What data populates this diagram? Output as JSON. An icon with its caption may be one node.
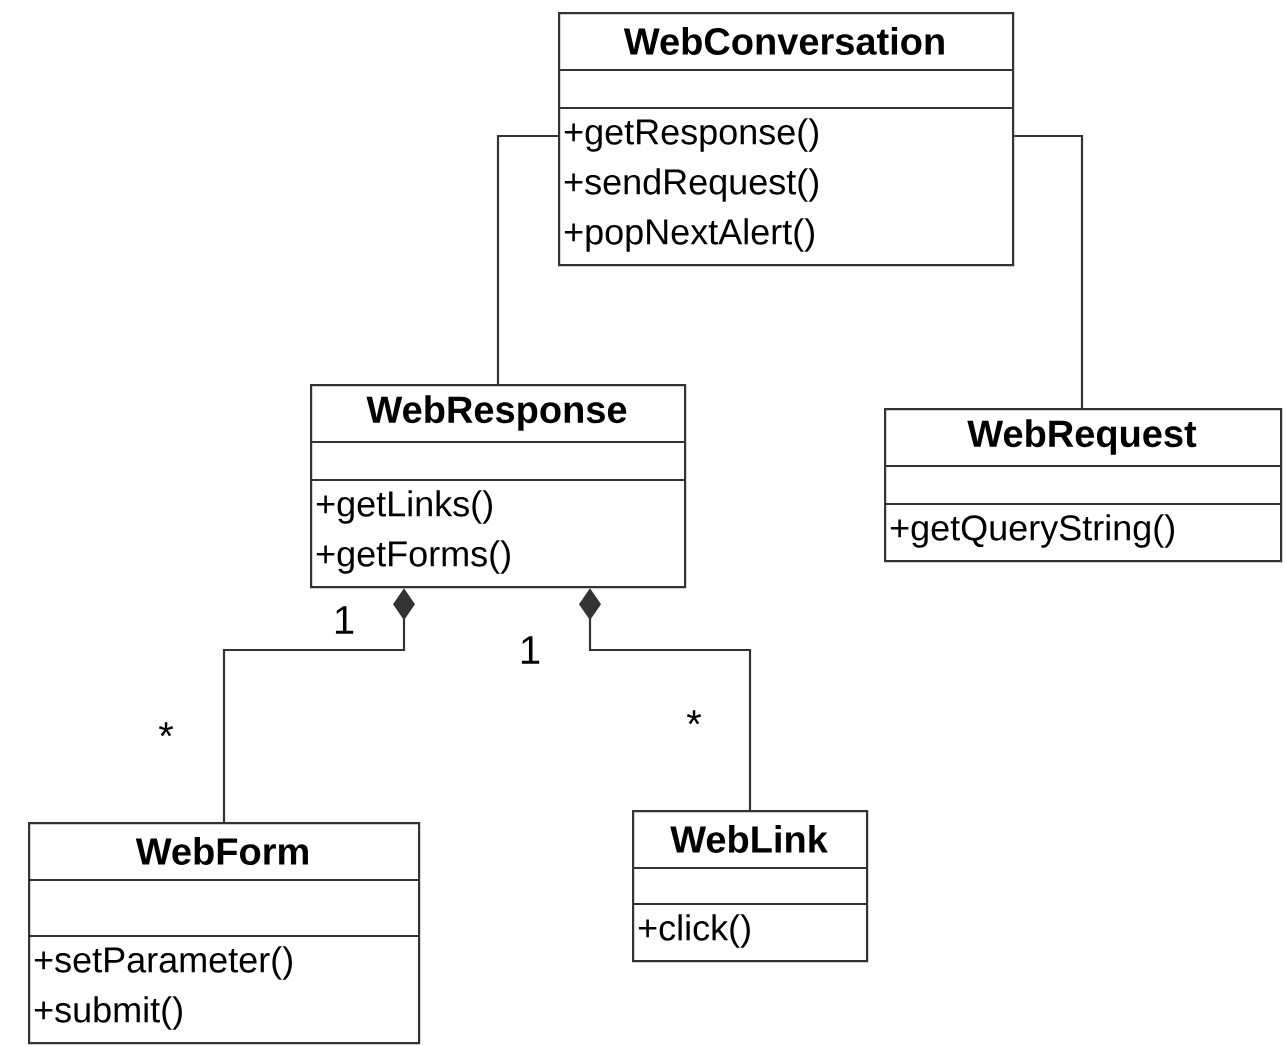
{
  "diagram": {
    "nodes": [
      {
        "text": [
          "WebConversation",
          "+getResponse()",
          "+sendRequest()",
          "+popNextAlert()"
        ]
      },
      {
        "text": [
          "WebResponse",
          "+getLinks()",
          "+getForms()"
        ]
      },
      {
        "text": [
          "WebRequest",
          "+getQueryString()"
        ]
      },
      {
        "text": [
          "WebForm",
          "+setParameter()",
          "+submit()"
        ]
      },
      {
        "text": [
          "WebLink",
          "+click()"
        ]
      }
    ],
    "edges": [
      {
        "from": 0,
        "to": 1,
        "arrow": "none"
      },
      {
        "from": 0,
        "to": 2,
        "arrow": "none"
      },
      {
        "from": 1,
        "to": 3,
        "arrow": "other"
      },
      {
        "from": 1,
        "to": 4,
        "arrow": "other"
      }
    ],
    "labels": [
      "1",
      "1",
      "*",
      "*"
    ]
  }
}
